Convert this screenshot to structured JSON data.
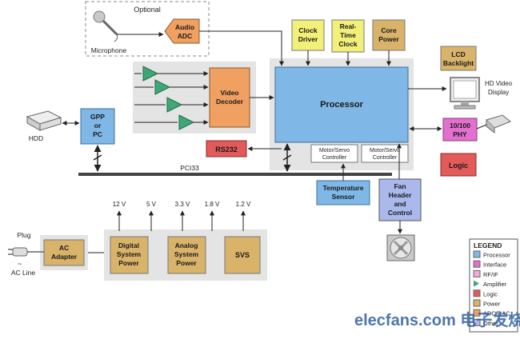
{
  "optional_label": "Optional",
  "microphone_label": "Microphone",
  "audio_adc": [
    "Audio",
    "ADC"
  ],
  "clock_driver": [
    "Clock",
    "Driver"
  ],
  "real_time_clock": [
    "Real-",
    "Time",
    "Clock"
  ],
  "core_power": [
    "Core",
    "Power"
  ],
  "lcd_backlight": [
    "LCD",
    "Backlight"
  ],
  "hd_video_display": [
    "HD Video",
    "Display"
  ],
  "video_decoder": [
    "Video",
    "Decoder"
  ],
  "processor": "Processor",
  "phy": [
    "10/100",
    "PHY"
  ],
  "hdd_label": "HDD",
  "gpp": [
    "GPP",
    "or",
    "PC"
  ],
  "rs232": "RS232",
  "motor_servo_1": [
    "Motor/Servo",
    "Controller"
  ],
  "motor_servo_2": [
    "Motor/Servo",
    "Controller"
  ],
  "logic": "Logic",
  "bus_label": "PCI33",
  "temperature_sensor": [
    "Temperature",
    "Sensor"
  ],
  "fan_header": [
    "Fan",
    "Header",
    "and",
    "Control"
  ],
  "voltages": [
    "12 V",
    "5 V",
    "3.3 V",
    "1.8 V",
    "1.2 V"
  ],
  "plug_label": "Plug",
  "ac_line_label": "AC Line",
  "ac_adapter": [
    "AC",
    "Adapter"
  ],
  "digital_system_power": [
    "Digital",
    "System",
    "Power"
  ],
  "analog_system_power": [
    "Analog",
    "System",
    "Power"
  ],
  "svs": "SVS",
  "legend": {
    "title": "LEGEND",
    "items": [
      {
        "label": "Processor",
        "color": "#7fb7e6",
        "marker": "square"
      },
      {
        "label": "Interface",
        "color": "#e36fcf",
        "marker": "square"
      },
      {
        "label": "RF/IF",
        "color": "#f4a9d6",
        "marker": "square"
      },
      {
        "label": "Amplifier",
        "color": "#3fa776",
        "marker": "triangle"
      },
      {
        "label": "Logic",
        "color": "#e25a5a",
        "marker": "square"
      },
      {
        "label": "Power",
        "color": "#d9b36a",
        "marker": "square"
      },
      {
        "label": "ADC/DAC",
        "color": "#f0a060",
        "marker": "square"
      },
      {
        "label": "Other",
        "color": "#b0b6e8",
        "marker": "square"
      }
    ]
  },
  "watermark": "elecfans.com 电子发烧友",
  "colors": {
    "processor": "#7fb7e6",
    "interface": "#e36fcf",
    "logic": "#e25a5a",
    "power": "#d9b36a",
    "adc": "#f0a060",
    "amplifier": "#3fa776",
    "clock": "#f3f07a",
    "other": "#aab8ec",
    "group_bg": "#e4e4e4",
    "bus": "#444444"
  }
}
